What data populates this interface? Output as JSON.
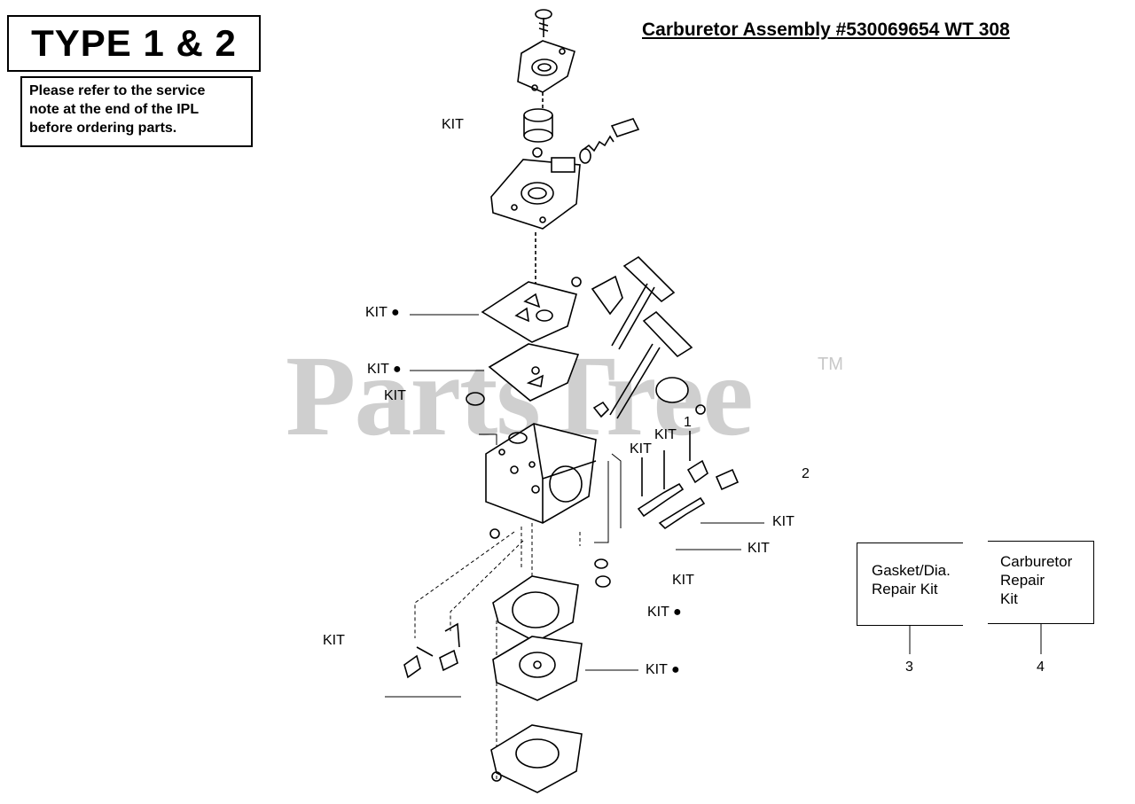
{
  "header": {
    "type_label": "TYPE 1 & 2",
    "note_lines": [
      "Please  refer  to the service",
      "note  at the end of the IPL",
      "before ordering  parts."
    ],
    "assembly_title": "Carburetor Assembly #530069654 WT 308"
  },
  "watermark": {
    "text": "PartsTree",
    "tm": "TM"
  },
  "callouts": {
    "kit": "KIT",
    "kit_dot": "KIT ●",
    "num1": "1",
    "num2": "2"
  },
  "legend": {
    "gasket_lines": [
      "Gasket/Dia.",
      "Repair Kit"
    ],
    "gasket_number": "3",
    "carb_lines": [
      "Carburetor",
      "Repair",
      "Kit"
    ],
    "carb_number": "4"
  }
}
